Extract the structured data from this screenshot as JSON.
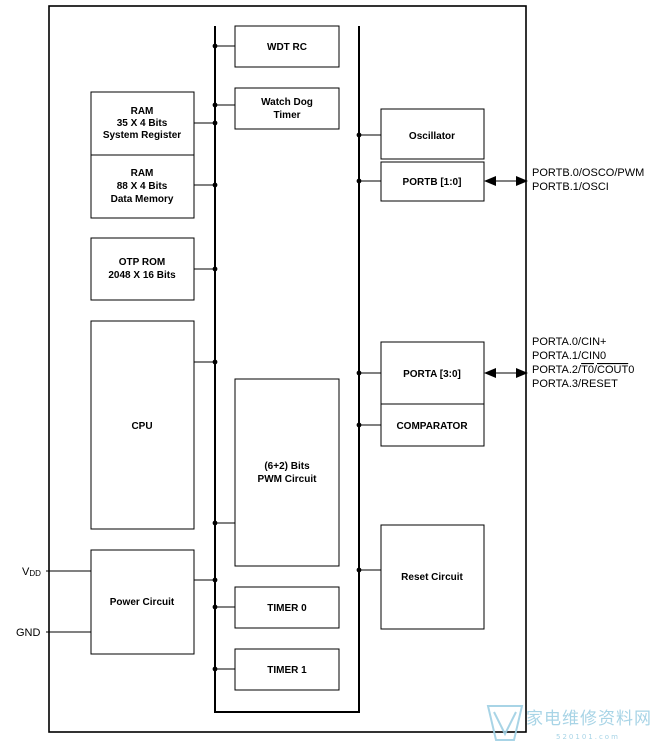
{
  "blocks": {
    "ram_system": [
      "RAM",
      "35 X 4 Bits",
      "System Register"
    ],
    "ram_data": [
      "RAM",
      "88 X 4 Bits",
      "Data Memory"
    ],
    "otp_rom": [
      "OTP ROM",
      "2048 X 16 Bits"
    ],
    "cpu": [
      "CPU"
    ],
    "power": [
      "Power Circuit"
    ],
    "wdt_rc": [
      "WDT RC"
    ],
    "watchdog": [
      "Watch Dog",
      "Timer"
    ],
    "pwm": [
      "(6+2) Bits",
      "PWM Circuit"
    ],
    "timer0": [
      "TIMER 0"
    ],
    "timer1": [
      "TIMER 1"
    ],
    "oscillator": [
      "Oscillator"
    ],
    "portb": [
      "PORTB [1:0]"
    ],
    "porta": [
      "PORTA [3:0]"
    ],
    "comparator": [
      "COMPARATOR"
    ],
    "reset": [
      "Reset Circuit"
    ]
  },
  "pins": {
    "vdd": {
      "main": "V",
      "sub": "DD"
    },
    "gnd": "GND",
    "portb": [
      "PORTB.0/OSCO/PWM",
      "PORTB.1/OSCI"
    ],
    "porta": [
      "PORTA.0/CIN+",
      "PORTA.1/CIN0",
      "PORTA.3/RESET"
    ],
    "porta2": {
      "pre": "PORTA.2/",
      "t0": "T0",
      "slash": "/",
      "cout": "COUT",
      "post": "0"
    }
  },
  "watermark": {
    "text": "家电维修资料网",
    "sub": "520101.com"
  }
}
